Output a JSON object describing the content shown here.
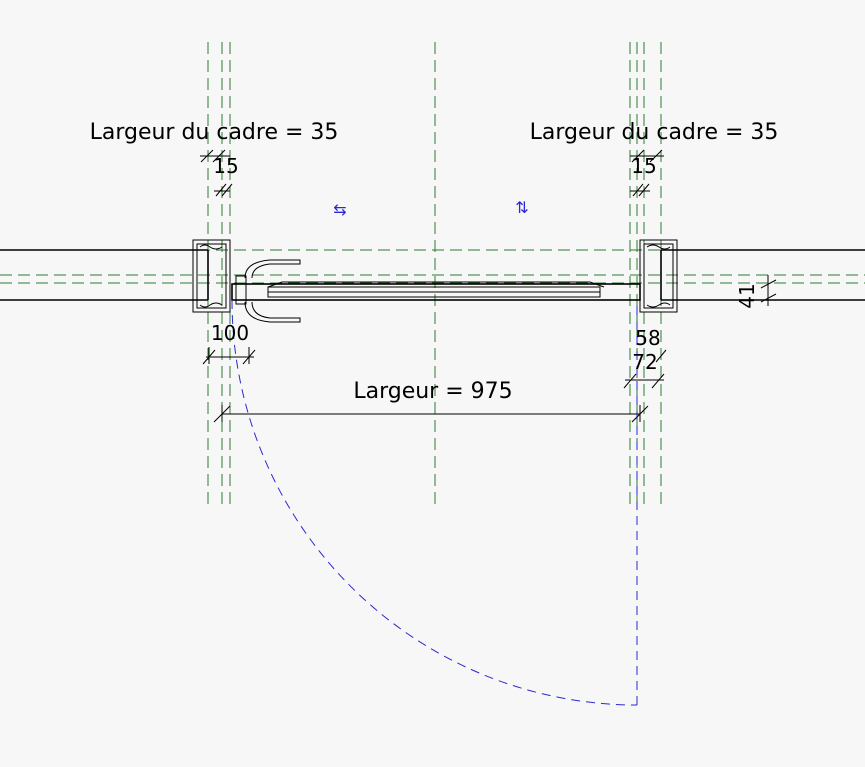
{
  "labels": {
    "frame_width_left": "Largeur du cadre = 35",
    "frame_width_right": "Largeur du cadre = 35",
    "width": "Largeur = 975"
  },
  "dimensions": {
    "left_offset": "15",
    "right_offset": "15",
    "left_jamb": "100",
    "right_58": "58",
    "right_72": "72",
    "wall_41": "41"
  },
  "controls": {
    "flip_horizontal": "⇆",
    "flip_vertical": "⇅"
  },
  "colors": {
    "background": "#f7f7f8",
    "reference_plane": "#2f7a2f",
    "swing_arc": "#2a2ad0",
    "geometry": "#000000"
  }
}
